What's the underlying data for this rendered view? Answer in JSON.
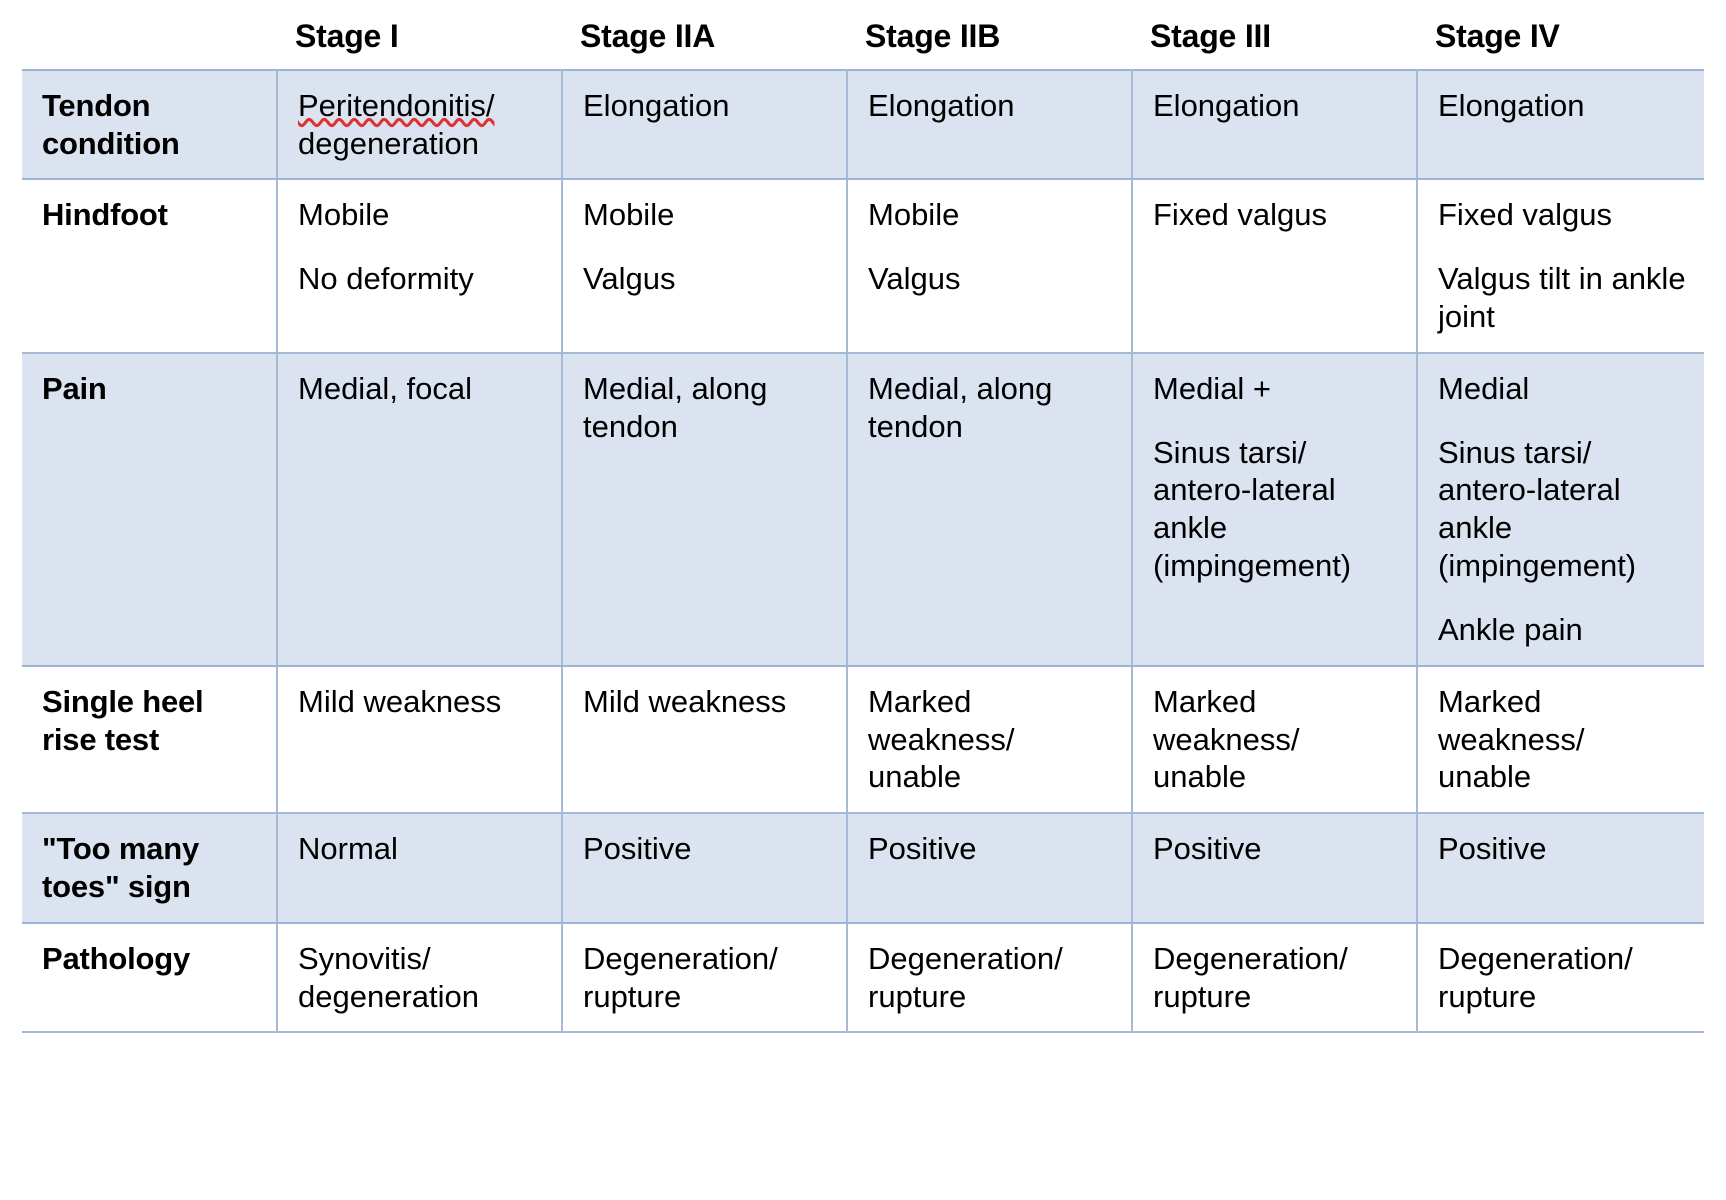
{
  "table": {
    "corner_label": "",
    "column_headers": [
      "Stage I",
      "Stage IIA",
      "Stage IIB",
      "Stage III",
      "Stage IV"
    ],
    "row_band_colors": {
      "banded": "#dce3f0",
      "plain": "#ffffff",
      "border": "#a6bad6"
    },
    "rows": [
      {
        "label": "Tendon condition",
        "banded": true,
        "cells": [
          {
            "paragraphs": [
              "Peritendonitis/ degeneration"
            ],
            "misspelled": "Peritendonitis/"
          },
          {
            "paragraphs": [
              "Elongation"
            ]
          },
          {
            "paragraphs": [
              "Elongation"
            ]
          },
          {
            "paragraphs": [
              "Elongation"
            ]
          },
          {
            "paragraphs": [
              "Elongation"
            ]
          }
        ]
      },
      {
        "label": "Hindfoot",
        "banded": false,
        "cells": [
          {
            "paragraphs": [
              "Mobile",
              "No deformity"
            ]
          },
          {
            "paragraphs": [
              "Mobile",
              "Valgus"
            ]
          },
          {
            "paragraphs": [
              "Mobile",
              "Valgus"
            ]
          },
          {
            "paragraphs": [
              "Fixed valgus"
            ]
          },
          {
            "paragraphs": [
              "Fixed valgus",
              "Valgus tilt in ankle joint"
            ]
          }
        ]
      },
      {
        "label": "Pain",
        "banded": true,
        "cells": [
          {
            "paragraphs": [
              "Medial, focal"
            ]
          },
          {
            "paragraphs": [
              "Medial, along tendon"
            ]
          },
          {
            "paragraphs": [
              "Medial, along tendon"
            ]
          },
          {
            "paragraphs": [
              "Medial +",
              "Sinus tarsi/ antero-lateral ankle (impingement)"
            ]
          },
          {
            "paragraphs": [
              "Medial",
              "Sinus tarsi/ antero-lateral ankle (impingement)",
              "Ankle pain"
            ]
          }
        ]
      },
      {
        "label": "Single heel rise test",
        "banded": false,
        "cells": [
          {
            "paragraphs": [
              "Mild weakness"
            ]
          },
          {
            "paragraphs": [
              "Mild weakness"
            ]
          },
          {
            "paragraphs": [
              "Marked weakness/ unable"
            ]
          },
          {
            "paragraphs": [
              "Marked weakness/ unable"
            ]
          },
          {
            "paragraphs": [
              "Marked weakness/ unable"
            ]
          }
        ]
      },
      {
        "label": "\"Too many toes\" sign",
        "banded": true,
        "cells": [
          {
            "paragraphs": [
              "Normal"
            ]
          },
          {
            "paragraphs": [
              "Positive"
            ]
          },
          {
            "paragraphs": [
              "Positive"
            ]
          },
          {
            "paragraphs": [
              "Positive"
            ]
          },
          {
            "paragraphs": [
              "Positive"
            ]
          }
        ]
      },
      {
        "label": "Pathology",
        "banded": false,
        "cells": [
          {
            "paragraphs": [
              "Synovitis/ degeneration"
            ]
          },
          {
            "paragraphs": [
              "Degeneration/ rupture"
            ]
          },
          {
            "paragraphs": [
              "Degeneration/ rupture"
            ]
          },
          {
            "paragraphs": [
              "Degeneration/ rupture"
            ]
          },
          {
            "paragraphs": [
              "Degeneration/ rupture"
            ]
          }
        ]
      }
    ]
  }
}
